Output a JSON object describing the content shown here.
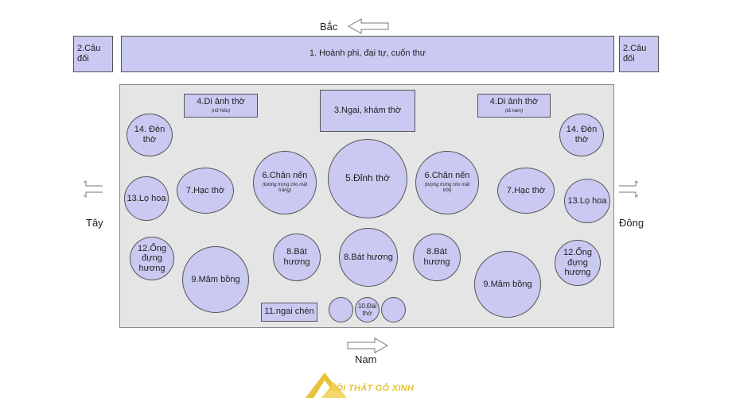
{
  "directions": {
    "north": "Bắc",
    "south": "Nam",
    "west": "Tây",
    "east": "Đông"
  },
  "top": {
    "banner": "1. Hoành phi, đại tự, cuốn thư",
    "cau_doi_left": "2.Câu đối",
    "cau_doi_right": "2.Câu đối"
  },
  "items": {
    "ngai_kham": "3.Ngai, khám thờ",
    "di_anh_left": "4.Di ảnh thờ",
    "di_anh_left_sub": "(nữ hữu)",
    "di_anh_right": "4.Di ảnh thờ",
    "di_anh_right_sub": "(tả nam)",
    "dinh_tho": "5.Đỉnh thờ",
    "chan_nen_left": "6.Chân nến",
    "chan_nen_left_sub": "(tượng trưng cho mặt trăng)",
    "chan_nen_right": "6.Chân nến",
    "chan_nen_right_sub": "(tượng trưng cho mặt trời)",
    "hac_tho_left": "7.Hạc thờ",
    "hac_tho_right": "7.Hạc thờ",
    "bat_huong_left": "8.Bát hương",
    "bat_huong_center": "8.Bát hương",
    "bat_huong_right": "8.Bát hương",
    "mam_bong_left": "9.Mâm bồng",
    "mam_bong_right": "9.Mâm bồng",
    "dai_tho": "10.Đài thờ",
    "ngai_chen": "11.ngai chén",
    "ong_huong_left": "12.Ống đựng hương",
    "ong_huong_right": "12.Ống đựng hương",
    "lo_hoa_left": "13.Lọ hoa",
    "lo_hoa_right": "13.Lọ hoa",
    "den_tho_left": "14. Đèn thờ",
    "den_tho_right": "14. Đèn thờ"
  },
  "logo": {
    "text": "NỘI THẤT GỖ XINH"
  },
  "colors": {
    "fill": "#c9c9f2",
    "area": "#e5e5e5",
    "logo": "#e8c33a"
  }
}
